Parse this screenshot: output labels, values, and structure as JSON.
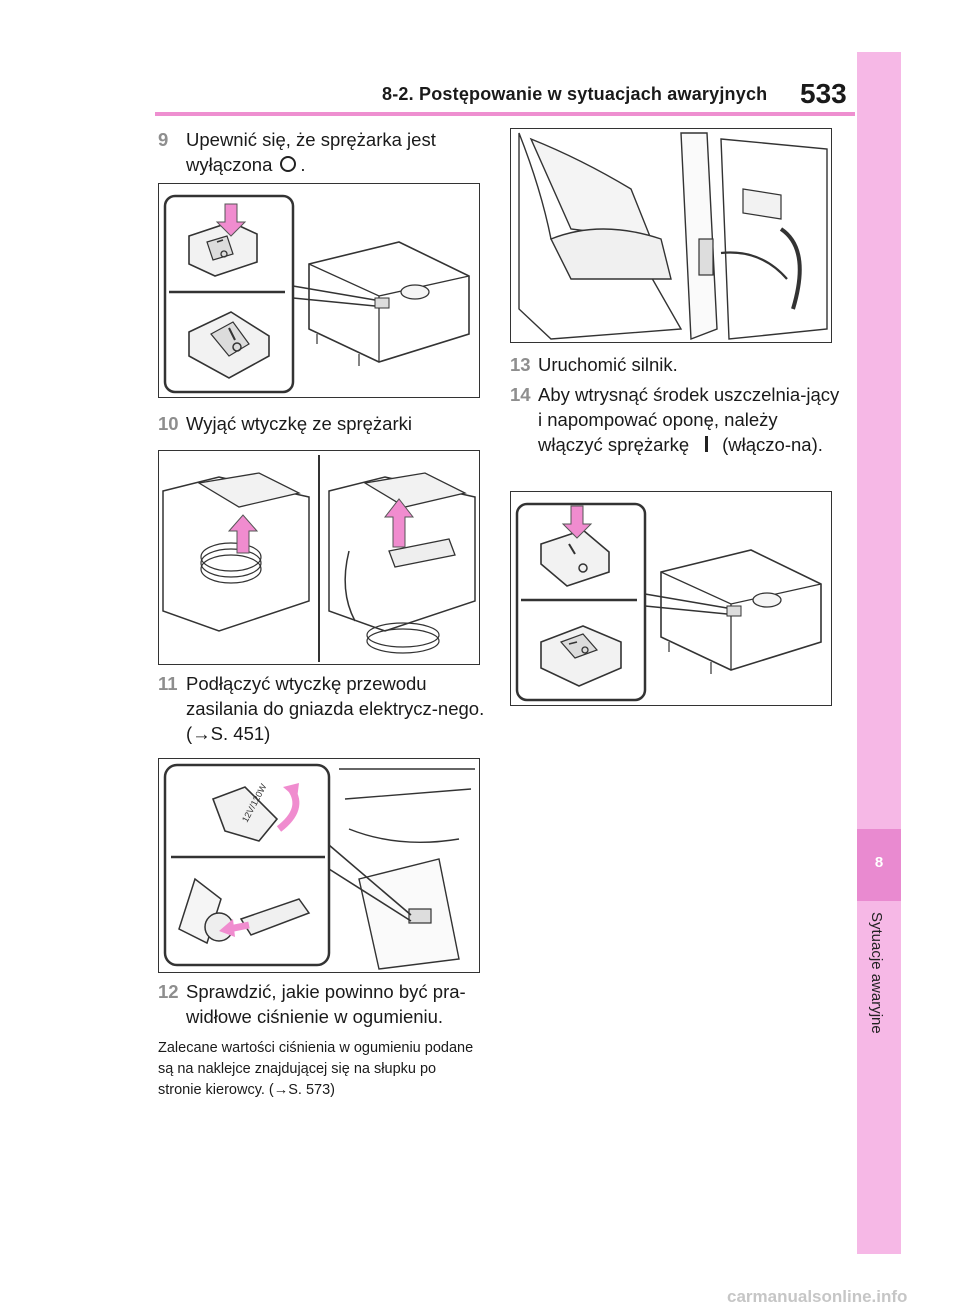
{
  "header": {
    "section": "8-2. Postępowanie w sytuacjach awaryjnych",
    "page_number": "533"
  },
  "side_tab": {
    "chapter_number": "8",
    "chapter_name": "Sytuacje awaryjne"
  },
  "steps": [
    {
      "num": "9",
      "text_a": "Upewnić się, że sprężarka jest wyłączona",
      "text_b": "."
    },
    {
      "num": "10",
      "text": "Wyjąć wtyczkę ze sprężarki"
    },
    {
      "num": "11",
      "text": "Podłączyć wtyczkę przewodu zasilania do gniazda elektrycz-nego. (→S. 451)"
    },
    {
      "num": "12",
      "text": "Sprawdzić, jakie powinno być pra-widłowe ciśnienie w ogumieniu."
    },
    {
      "num": "13",
      "text": "Uruchomić silnik."
    },
    {
      "num": "14",
      "text_a": "Aby wtrysnąć środek uszczelnia-jący i napompować oponę, należy włączyć sprężarkę",
      "text_b": "(włączo-na)."
    }
  ],
  "note": "Zalecane wartości ciśnienia w ogumieniu podane są na naklejce znajdującej się na słupku po stronie kierowcy. (→S. 573)",
  "figures": {
    "socket_label": "12V/120W"
  },
  "watermark": "carmanualsonline.info",
  "colors": {
    "accent_pink": "#ee8fd0",
    "tab_pink": "#f6b8e6",
    "arrow_pink": "#f08ccf"
  }
}
